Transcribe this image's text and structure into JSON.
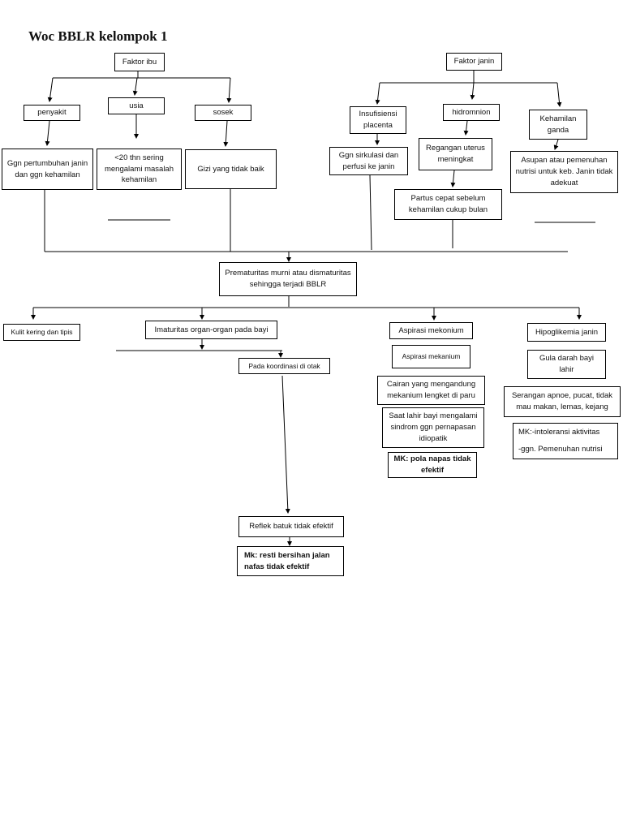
{
  "title": "Woc BBLR kelompok 1",
  "nodes": {
    "faktor_ibu": "Faktor ibu",
    "faktor_janin": "Faktor janin",
    "penyakit": "penyakit",
    "usia": "usia",
    "sosek": "sosek",
    "ggn_pertumbuhan": "Ggn pertumbuhan janin dan ggn kehamilan",
    "usia_20": "<20 thn sering mengalami masalah kehamilan",
    "gizi": "Gizi yang tidak baik",
    "insufisiensi": "Insufisiensi placenta",
    "hidromnion": "hidromnion",
    "kehamilan_ganda": "Kehamilan ganda",
    "ggn_sirkulasi": "Ggn sirkulasi dan perfusi ke janin",
    "regangan": "Regangan uterus meningkat",
    "asupan": "Asupan atau pemenuhan nutrisi untuk keb. Janin tidak adekuat",
    "partus": "Partus cepat sebelum kehamilan cukup bulan",
    "prematuritas": "Prematuritas murni atau dismaturitas  sehingga terjadi BBLR",
    "kulit": "Kulit kering dan tipis",
    "imaturitas": "Imaturitas organ-organ pada bayi",
    "aspirasi_mekonium": "Aspirasi mekonium",
    "hipoglikemia": "Hipoglikemia janin",
    "koordinasi": "Pada koordinasi di otak",
    "aspirasi_mekanium": "Aspirasi mekanium",
    "gula_darah": "Gula darah bayi lahir",
    "cairan": "Cairan yang mengandung mekanium lengket di paru",
    "serangan": "Serangan apnoe, pucat, tidak mau makan, lemas, kejang",
    "saat_lahir": "Saat lahir bayi mengalami sindrom ggn pernapasan idiopatik",
    "mk_intoleransi_1": "MK:-intoleransi aktivitas",
    "mk_intoleransi_2": "-ggn. Pemenuhan nutrisi",
    "mk_pola_napas": "MK: pola napas tidak efektif",
    "reflek": "Reflek batuk tidak efektif",
    "mk_resti": "Mk: resti bersihan jalan nafas tidak efektif"
  }
}
